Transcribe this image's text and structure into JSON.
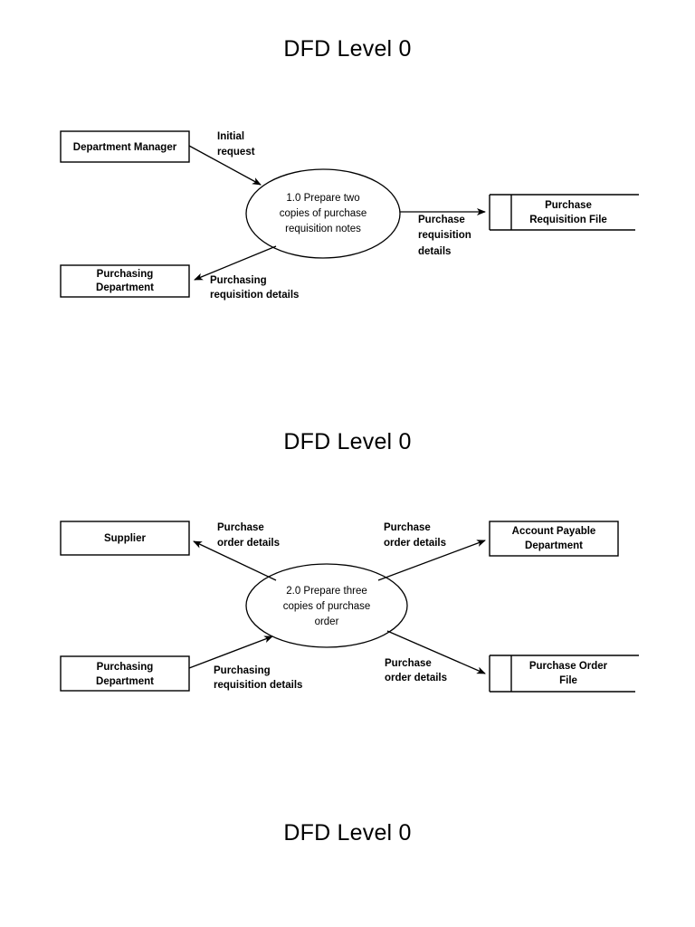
{
  "document": {
    "titles": [
      {
        "text": "DFD Level 0"
      },
      {
        "text": "DFD Level 0"
      },
      {
        "text": "DFD Level 0"
      }
    ]
  },
  "colors": {
    "background": "#ffffff",
    "stroke": "#000000",
    "text": "#000000"
  },
  "diagrams": [
    {
      "id": "dfd-level-0-process-1",
      "title": "DFD Level 0",
      "entities": [
        {
          "id": "department-manager",
          "type": "external-entity",
          "label_lines": [
            "Department Manager"
          ]
        },
        {
          "id": "purchasing-department-1",
          "type": "external-entity",
          "label_lines": [
            "Purchasing",
            "Department"
          ]
        }
      ],
      "processes": [
        {
          "id": "process-1-0",
          "number": "1.0",
          "label_lines": [
            "1.0 Prepare two",
            "copies of purchase",
            "requisition notes"
          ]
        }
      ],
      "datastores": [
        {
          "id": "purchase-requisition-file",
          "label_lines": [
            "Purchase",
            "Requisition File"
          ]
        }
      ],
      "flows": [
        {
          "id": "flow-initial-request",
          "from": "department-manager",
          "to": "process-1-0",
          "label_lines": [
            "Initial",
            "request"
          ]
        },
        {
          "id": "flow-purchase-requisition-details",
          "from": "process-1-0",
          "to": "purchase-requisition-file",
          "label_lines": [
            "Purchase",
            "requisition",
            "details"
          ]
        },
        {
          "id": "flow-purchasing-requisition-details-1",
          "from": "process-1-0",
          "to": "purchasing-department-1",
          "label_lines": [
            "Purchasing",
            "requisition details"
          ]
        }
      ]
    },
    {
      "id": "dfd-level-0-process-2",
      "title": "DFD Level 0",
      "entities": [
        {
          "id": "supplier",
          "type": "external-entity",
          "label_lines": [
            "Supplier"
          ]
        },
        {
          "id": "account-payable-department",
          "type": "external-entity",
          "label_lines": [
            "Account Payable",
            "Department"
          ]
        },
        {
          "id": "purchasing-department-2",
          "type": "external-entity",
          "label_lines": [
            "Purchasing",
            "Department"
          ]
        }
      ],
      "processes": [
        {
          "id": "process-2-0",
          "number": "2.0",
          "label_lines": [
            "2.0 Prepare three",
            "copies of purchase",
            "order"
          ]
        }
      ],
      "datastores": [
        {
          "id": "purchase-order-file",
          "label_lines": [
            "Purchase Order",
            "File"
          ]
        }
      ],
      "flows": [
        {
          "id": "flow-purchase-order-details-supplier",
          "from": "process-2-0",
          "to": "supplier",
          "label_lines": [
            "Purchase",
            "order details"
          ]
        },
        {
          "id": "flow-purchase-order-details-accounts",
          "from": "process-2-0",
          "to": "account-payable-department",
          "label_lines": [
            "Purchase",
            "order details"
          ]
        },
        {
          "id": "flow-purchasing-requisition-details-2",
          "from": "purchasing-department-2",
          "to": "process-2-0",
          "label_lines": [
            "Purchasing",
            "requisition details"
          ]
        },
        {
          "id": "flow-purchase-order-details-file",
          "from": "process-2-0",
          "to": "purchase-order-file",
          "label_lines": [
            "Purchase",
            "order details"
          ]
        }
      ]
    }
  ],
  "labels": {
    "d1": {
      "department_manager": "Department Manager",
      "purchasing_department_l1": "Purchasing",
      "purchasing_department_l2": "Department",
      "process_l1": "1.0 Prepare two",
      "process_l2": "copies of purchase",
      "process_l3": "requisition notes",
      "store_l1": "Purchase",
      "store_l2": "Requisition File",
      "flow_initial_l1": "Initial",
      "flow_initial_l2": "request",
      "flow_store_l1": "Purchase",
      "flow_store_l2": "requisition",
      "flow_store_l3": "details",
      "flow_dept_l1": "Purchasing",
      "flow_dept_l2": "requisition details"
    },
    "d2": {
      "supplier": "Supplier",
      "account_payable_l1": "Account Payable",
      "account_payable_l2": "Department",
      "purchasing_department_l1": "Purchasing",
      "purchasing_department_l2": "Department",
      "process_l1": "2.0 Prepare three",
      "process_l2": "copies of purchase",
      "process_l3": "order",
      "store_l1": "Purchase Order",
      "store_l2": "File",
      "flow_supplier_l1": "Purchase",
      "flow_supplier_l2": "order details",
      "flow_accounts_l1": "Purchase",
      "flow_accounts_l2": "order details",
      "flow_purchasing_l1": "Purchasing",
      "flow_purchasing_l2": "requisition details",
      "flow_store_l1": "Purchase",
      "flow_store_l2": "order details"
    }
  }
}
